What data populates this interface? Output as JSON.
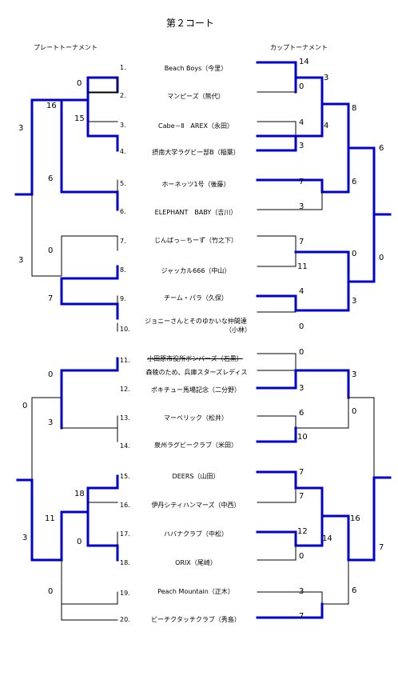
{
  "title": "第２コート",
  "plate_header": "プレートトーナメント",
  "cup_header": "カップトーナメント",
  "teams": [
    {
      "num": "1.",
      "name": "Beach Boys（今里）"
    },
    {
      "num": "2.",
      "name": "マンピーズ（熊代）"
    },
    {
      "num": "3.",
      "name": "Cabe－Ⅱ　AREX（永田）"
    },
    {
      "num": "4.",
      "name": "摂南大学ラグビー部B（稲葉）"
    },
    {
      "num": "5.",
      "name": "ホーネッツ1号（後藤）"
    },
    {
      "num": "6.",
      "name": "ELEPHANT　BABY（吉川）"
    },
    {
      "num": "7.",
      "name": "じんばっ－ちーず（竹之下）"
    },
    {
      "num": "8.",
      "name": "ジャッカル666（中山）"
    },
    {
      "num": "9.",
      "name": "チーム・パラ（久保）"
    },
    {
      "num": "10.",
      "name": "ジョニーさんとそのゆかいな仲間達"
    },
    {
      "num": "11.",
      "name": "小田原市役所ボンバーズ（石黒）"
    },
    {
      "num": "12.",
      "name": "ポキチュー馬場記念（二分野）"
    },
    {
      "num": "13.",
      "name": "マーベリック（松井）"
    },
    {
      "num": "14.",
      "name": "泉州ラグビークラブ（米田）"
    },
    {
      "num": "15.",
      "name": "DEERS（山田）"
    },
    {
      "num": "16.",
      "name": "伊丹シティハンマーズ（中西）"
    },
    {
      "num": "17.",
      "name": "ハバナクラブ（中松）"
    },
    {
      "num": "18.",
      "name": "ORIX（尾崎）"
    },
    {
      "num": "19.",
      "name": "Peach Mountain（正木）"
    },
    {
      "num": "20.",
      "name": "ビーチクタッチクラブ（秀島）"
    }
  ],
  "team10_extra": "（小林）",
  "team11_replacement": "森稜のため、兵庫スターズレディス",
  "plate_scores": [
    "0",
    "15",
    "16",
    "6",
    "3",
    "0",
    "7",
    "3",
    "0",
    "3",
    "0",
    "18",
    "0",
    "11",
    "3",
    "0"
  ],
  "cup_scores": [
    "14",
    "0",
    "3",
    "4",
    "3",
    "4",
    "8",
    "7",
    "3",
    "6",
    "6",
    "7",
    "11",
    "0",
    "4",
    "0",
    "3",
    "0",
    "0",
    "3",
    "3",
    "6",
    "10",
    "0",
    "7",
    "7",
    "12",
    "0",
    "14",
    "16",
    "3",
    "7",
    "6",
    "7"
  ],
  "line_color": "#0000cc"
}
